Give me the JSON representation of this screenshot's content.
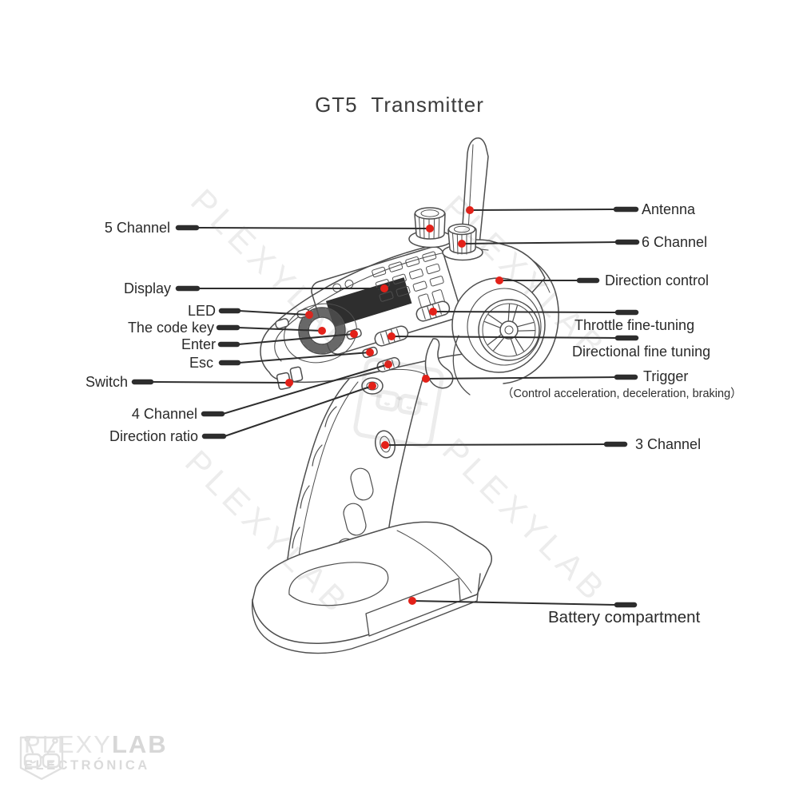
{
  "title": "GT5 Transmitter",
  "parts": {
    "ch5": "5 Channel",
    "display": "Display",
    "led": "LED",
    "code_key": "The code key",
    "enter": "Enter",
    "esc": "Esc",
    "switch": "Switch",
    "ch4": "4 Channel",
    "direction_ratio": "Direction ratio",
    "antenna": "Antenna",
    "ch6": "6 Channel",
    "direction_control": "Direction control",
    "throttle_fine_tuning": "Throttle fine-tuning",
    "directional_fine_tuning": "Directional fine tuning",
    "trigger": "Trigger",
    "trigger_note": "（Control acceleration, deceleration, braking）",
    "ch3": "3 Channel",
    "battery": "Battery compartment"
  },
  "watermark": {
    "text": "PLEXYLAB"
  },
  "logo": {
    "name_light": "PLEXY",
    "name_bold": "LAB",
    "subtitle": "ELECTRÓNICA"
  },
  "colors": {
    "callout_dot": "#e32119",
    "leader_line": "#2d2d2d",
    "line_art": "#4e4e4e",
    "label_text": "#2a2a2a",
    "watermark_gray": "#e3e3e3"
  }
}
